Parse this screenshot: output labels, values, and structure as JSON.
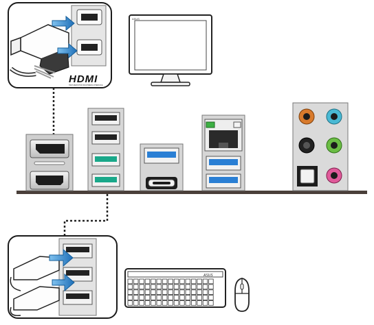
{
  "diagram": {
    "hdmi_logo": "HDMI",
    "hdmi_tagline": "HIGH-DEFINITION MULTIMEDIA INTERFACE",
    "monitor_brand": "ASUS",
    "keyboard_brand": "ASUS"
  },
  "colors": {
    "panel_bar": "#4a3f3a",
    "port_silver": "#dcdcdc",
    "usb3_blue": "#2a7fd4",
    "usb_teal": "#1aa88a",
    "lan_green": "#3cb043",
    "audio_orange": "#d87a2c",
    "audio_cyan": "#49b9d4",
    "audio_black": "#222222",
    "audio_lime": "#6bbd45",
    "audio_pink": "#e05a9a",
    "arrow_blue": "#1f7dc4"
  },
  "icons": [
    "hdmi-plug-icon",
    "monitor-icon",
    "keyboard-icon",
    "mouse-icon",
    "usb-plug-icon"
  ]
}
